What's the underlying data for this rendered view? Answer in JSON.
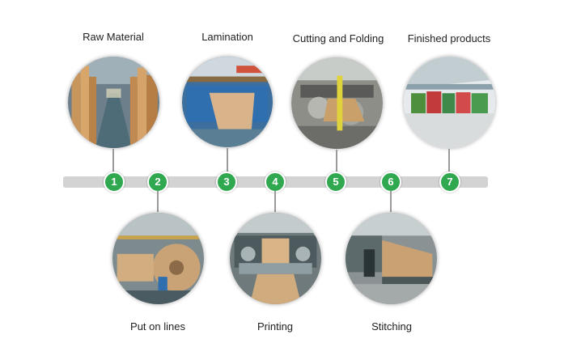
{
  "steps": [
    {
      "num": "1",
      "label": "Raw  Material"
    },
    {
      "num": "2",
      "label": "Put on lines"
    },
    {
      "num": "3",
      "label": "Lamination"
    },
    {
      "num": "4",
      "label": "Printing"
    },
    {
      "num": "5",
      "label": "Cutting and Folding"
    },
    {
      "num": "6",
      "label": "Stitching"
    },
    {
      "num": "7",
      "label": "Finished products"
    }
  ],
  "colors": {
    "badge": "#2fa84f",
    "track": "#d3d3d3",
    "connector": "#9a9a9a"
  }
}
